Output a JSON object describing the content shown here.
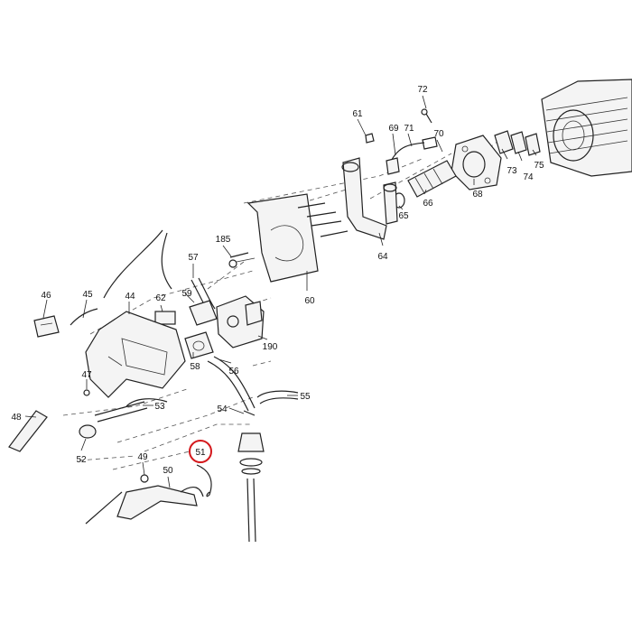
{
  "diagram": {
    "part_numbers": [
      "72",
      "61",
      "69",
      "71",
      "70",
      "73",
      "74",
      "75",
      "68",
      "65",
      "66",
      "64",
      "60",
      "185",
      "57",
      "59",
      "62",
      "44",
      "46",
      "45",
      "190",
      "58",
      "56",
      "47",
      "55",
      "54",
      "53",
      "48",
      "52",
      "49",
      "50",
      "51"
    ],
    "highlighted_part": "51",
    "highlight_color": "#d4181c",
    "line_color": "#222222"
  }
}
